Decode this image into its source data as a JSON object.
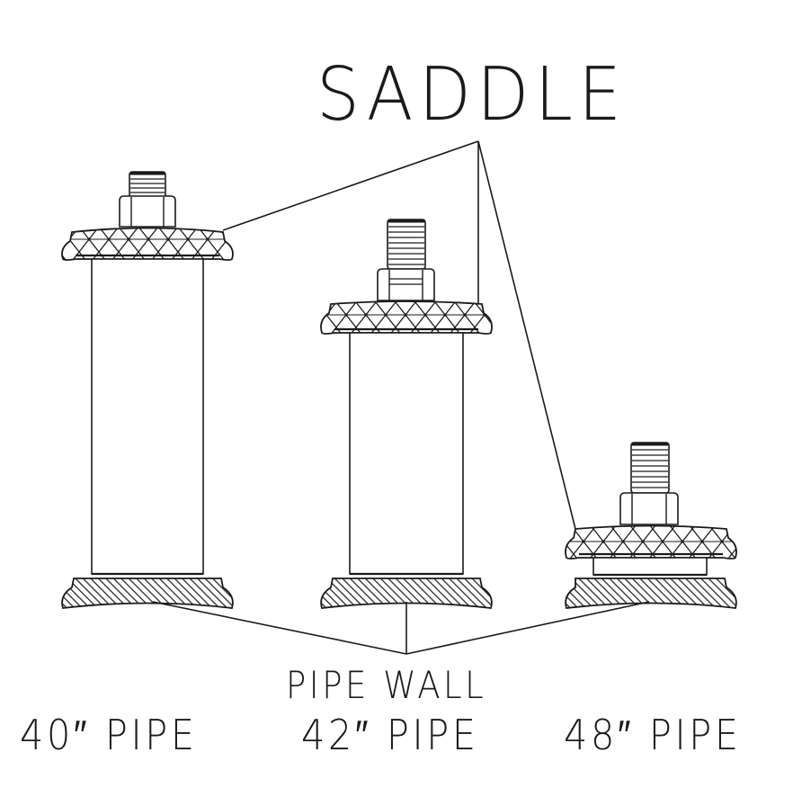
{
  "diagram": {
    "title": "SADDLE",
    "bottom_callout": "PIPE WALL",
    "colors": {
      "line": "#1a1a1a",
      "background": "#ffffff"
    },
    "assemblies": [
      {
        "id": "pipe-40",
        "label": "40″ PIPE",
        "tap_height": "tall"
      },
      {
        "id": "pipe-42",
        "label": "42″ PIPE",
        "tap_height": "medium"
      },
      {
        "id": "pipe-48",
        "label": "48″ PIPE",
        "tap_height": "short"
      }
    ],
    "components": {
      "saddle": "cross-hatched saddle band",
      "pipe_wall": "diagonal-hatched pipe wall section",
      "nut": "hex nut",
      "stud": "threaded stud"
    }
  }
}
